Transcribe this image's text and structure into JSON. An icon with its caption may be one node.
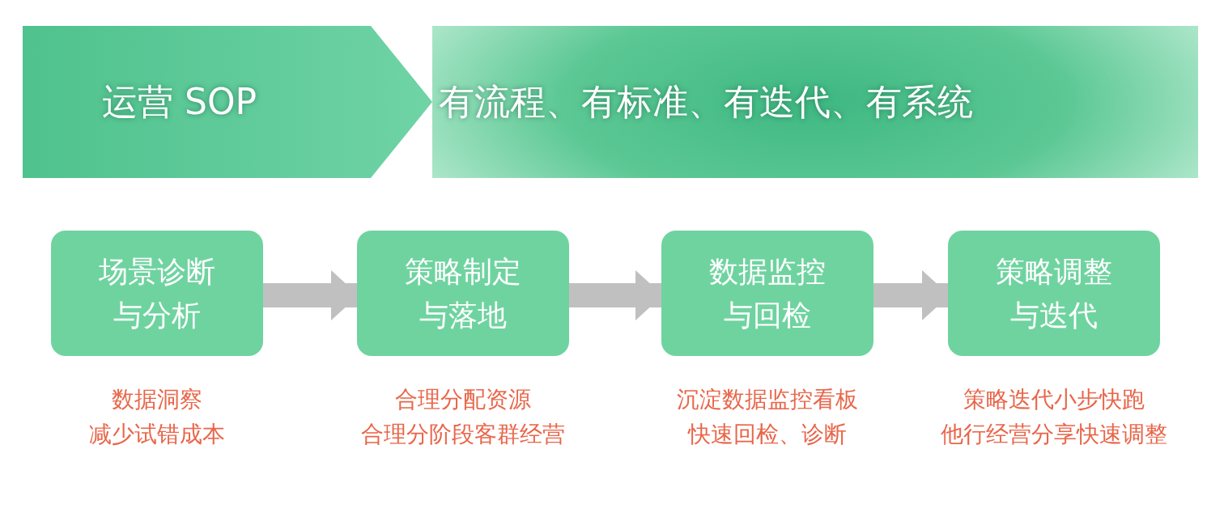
{
  "diagram": {
    "nodes": [
      {
        "text": [
          "运营 SOP"
        ]
      },
      {
        "text": [
          "有流程、有标准、有迭代、有系统"
        ]
      },
      {
        "text": [
          "场景诊断与分析"
        ],
        "beside": [
          "数据洞察",
          "减少试错成本"
        ]
      },
      {
        "text": [
          "策略制定与落地"
        ],
        "beside": [
          "合理分配资源",
          "合理分阶段客群经营"
        ]
      },
      {
        "text": [
          "数据监控与回检"
        ],
        "beside": [
          "沉淀数据监控看板",
          "快速回检、诊断"
        ]
      },
      {
        "text": [
          "策略调整与迭代"
        ],
        "beside": [
          "策略迭代小步快跑",
          "他行经营分享快速调整"
        ]
      }
    ],
    "edges": [
      {
        "from": 2,
        "to": 3,
        "arrow": "to"
      },
      {
        "from": 3,
        "to": 4,
        "arrow": "to"
      },
      {
        "from": 4,
        "to": 5,
        "arrow": "to"
      }
    ]
  }
}
